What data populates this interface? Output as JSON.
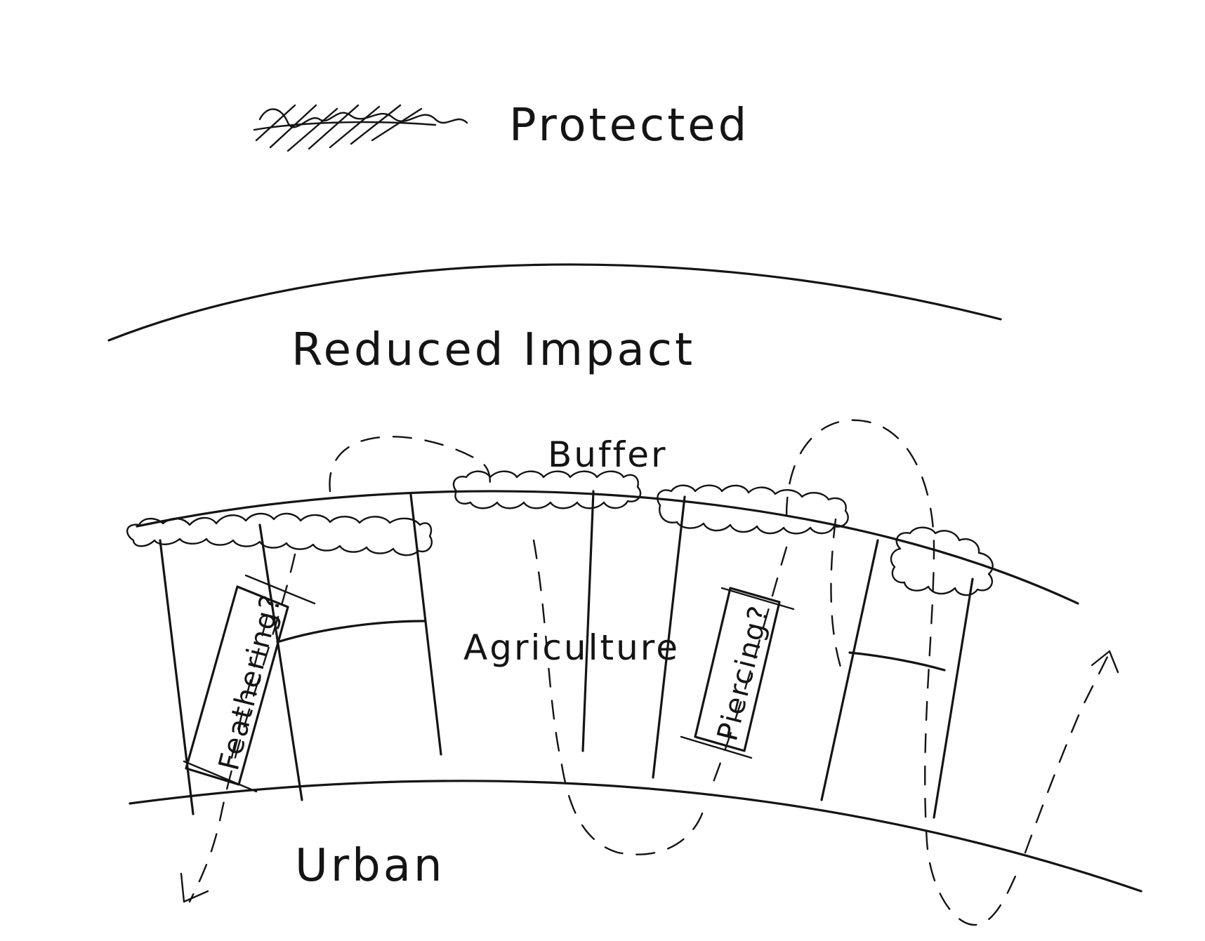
{
  "zones": {
    "protected": "Protected",
    "reduced_impact": "Reduced Impact",
    "buffer": "Buffer",
    "agriculture": "Agriculture",
    "urban": "Urban"
  },
  "corridors": {
    "feathering": "Feathering?",
    "piercing": "Piercing?"
  },
  "ink_color": "#141414"
}
